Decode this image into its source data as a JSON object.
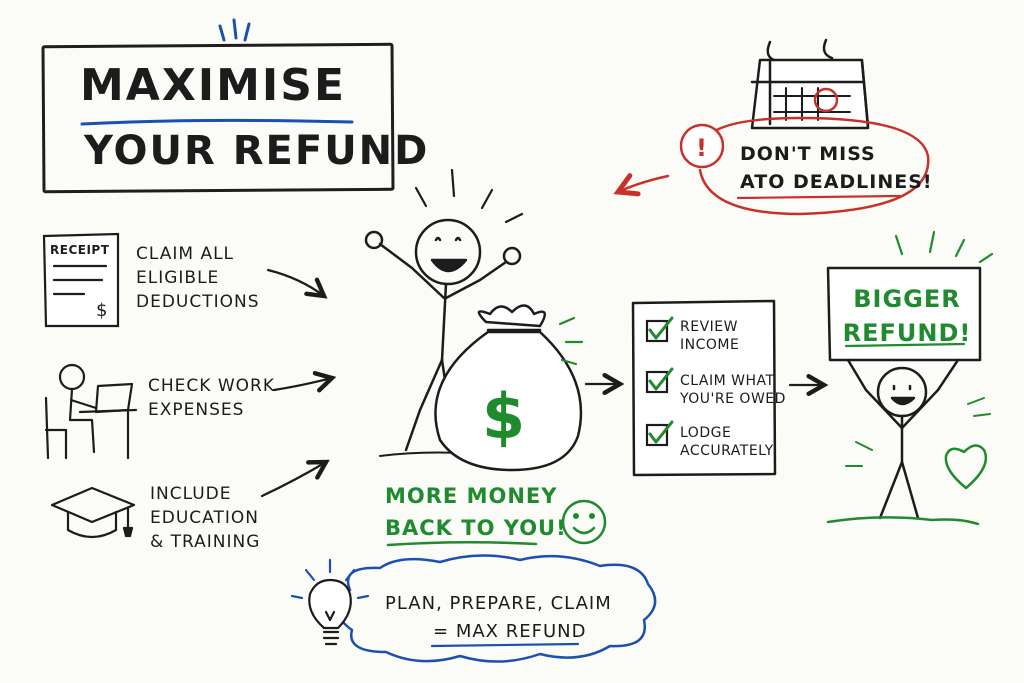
{
  "title": {
    "line1": "MAXIMISE",
    "line2": "YOUR REFUND"
  },
  "tips": [
    {
      "label_lines": [
        "CLAIM ALL",
        "ELIGIBLE",
        "DEDUCTIONS"
      ],
      "icon": "receipt-icon"
    },
    {
      "label_lines": [
        "CHECK WORK",
        "EXPENSES"
      ],
      "icon": "desk-worker-icon"
    },
    {
      "label_lines": [
        "INCLUDE",
        "EDUCATION",
        "& TRAINING"
      ],
      "icon": "graduation-cap-icon"
    }
  ],
  "receipt": {
    "label": "RECEIPT",
    "symbol": "$"
  },
  "money_bag": {
    "symbol": "$"
  },
  "more_money": {
    "line1": "MORE MONEY",
    "line2": "BACK TO YOU!"
  },
  "checklist": [
    {
      "lines": [
        "REVIEW",
        "INCOME"
      ]
    },
    {
      "lines": [
        "CLAIM WHAT",
        "YOU'RE OWED"
      ]
    },
    {
      "lines": [
        "LODGE",
        "ACCURATELY"
      ]
    }
  ],
  "deadline": {
    "line1": "DON'T MISS",
    "line2": "ATO DEADLINES!",
    "mark": "!"
  },
  "sign": {
    "line1": "BIGGER",
    "line2": "REFUND!"
  },
  "tip_cloud": {
    "line1": "PLAN, PREPARE, CLAIM",
    "line2_prefix": "= ",
    "line2_emph": "MAX REFUND"
  },
  "colors": {
    "ink": "#1c1c1c",
    "green": "#1f8a2e",
    "red": "#c8312a",
    "blue": "#1b4fb0"
  }
}
